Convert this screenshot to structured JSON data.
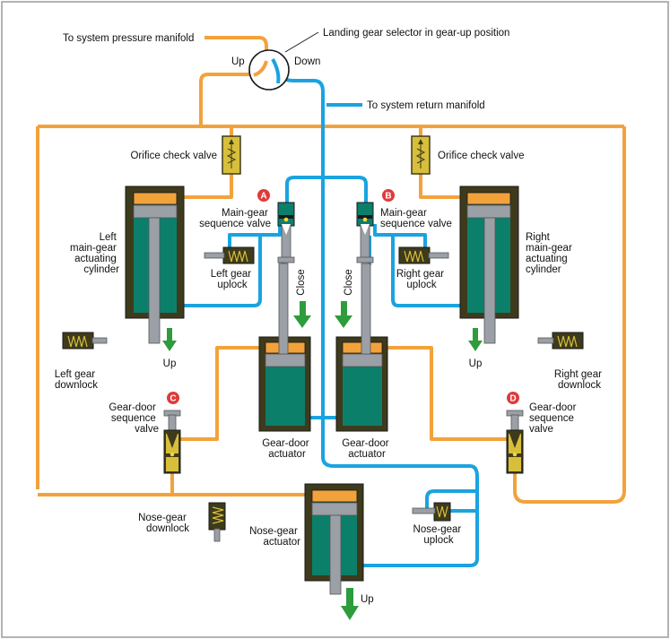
{
  "colors": {
    "pressure": "#f2a23b",
    "return": "#1aa3e0",
    "cylinder": "#0c7f6a",
    "housing": "#3e3a1c",
    "piston": "#9aa0a6",
    "arrow": "#2e9c3c",
    "badge": "#e03a3a",
    "valve": "#d7bf3b"
  },
  "labels": {
    "to_pressure": "To system pressure manifold",
    "selector": "Landing gear selector in gear-up position",
    "up": "Up",
    "down": "Down",
    "to_return": "To system return manifold",
    "orifice_left": "Orifice check valve",
    "orifice_right": "Orifice check valve",
    "badge_a": "A",
    "badge_b": "B",
    "badge_c": "C",
    "badge_d": "D",
    "mgsv_left": [
      "Main-gear",
      "sequence valve"
    ],
    "mgsv_right": [
      "Main-gear",
      "sequence valve"
    ],
    "left_cyl": [
      "Left",
      "main-gear",
      "actuating",
      "cylinder"
    ],
    "right_cyl": [
      "Right",
      "main-gear",
      "actuating",
      "cylinder"
    ],
    "left_uplock": [
      "Left gear",
      "uplock"
    ],
    "right_uplock": [
      "Right gear",
      "uplock"
    ],
    "close": "Close",
    "left_up": "Up",
    "right_up": "Up",
    "left_downlock": [
      "Left gear",
      "downlock"
    ],
    "right_downlock": [
      "Right gear",
      "downlock"
    ],
    "gdsv_left": [
      "Gear-door",
      "sequence",
      "valve"
    ],
    "gdsv_right": [
      "Gear-door",
      "sequence",
      "valve"
    ],
    "gda_left": [
      "Gear-door",
      "actuator"
    ],
    "gda_right": [
      "Gear-door",
      "actuator"
    ],
    "nose_downlock": [
      "Nose-gear",
      "downlock"
    ],
    "nose_actuator": [
      "Nose-gear",
      "actuator"
    ],
    "nose_uplock": [
      "Nose-gear",
      "uplock"
    ],
    "nose_up": "Up"
  }
}
